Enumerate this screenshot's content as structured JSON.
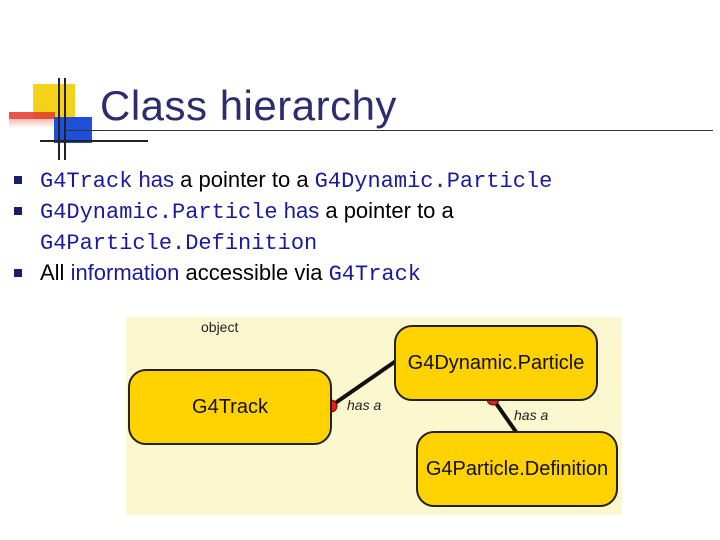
{
  "slide": {
    "title": "Class hierarchy",
    "bullets": [
      {
        "parts": [
          {
            "text": "G4Track",
            "style": "mono-hl"
          },
          {
            "text": " has",
            "style": "hl"
          },
          {
            "text": " a pointer to a ",
            "style": "plain"
          },
          {
            "text": "G4Dynamic.Particle",
            "style": "mono-hl"
          }
        ]
      },
      {
        "parts": [
          {
            "text": "G4Dynamic.Particle",
            "style": "mono-hl"
          },
          {
            "text": " has",
            "style": "hl"
          },
          {
            "text": " a pointer to a ",
            "style": "plain"
          },
          {
            "text": "G4Particle.Definition",
            "style": "mono-hl"
          }
        ]
      },
      {
        "parts": [
          {
            "text": "All ",
            "style": "plain"
          },
          {
            "text": "information",
            "style": "hl"
          },
          {
            "text": " accessible via ",
            "style": "plain"
          },
          {
            "text": "G4Track",
            "style": "mono-hl"
          }
        ]
      }
    ]
  },
  "diagram": {
    "legend_label": "object",
    "boxes": {
      "track": "G4Track",
      "dynamic": "G4Dynamic.Particle",
      "definition": "G4Particle.Definition"
    },
    "edge_labels": {
      "track_dynamic": "has a",
      "dynamic_definition": "has a"
    }
  },
  "colors": {
    "title": "#2c2c6e",
    "highlight": "#1a1a9c",
    "box_fill": "#ffd200",
    "diagram_bg": "#fbf7cf",
    "anchor_dot": "#e22020"
  }
}
